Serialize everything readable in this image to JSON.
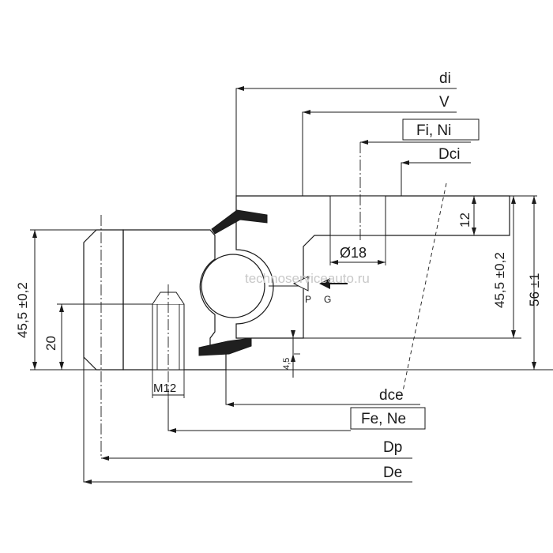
{
  "labels": {
    "di": "di",
    "v": "V",
    "fi_ni": "Fi, Ni",
    "dci": "Dci",
    "dim_12": "12",
    "dim_45_5_right": "45,5 ±0,2",
    "dim_56": "56 ±1",
    "hole_dia": "Ø18",
    "p": "P",
    "g": "G",
    "dim_45_5_left": "45,5 ±0,2",
    "dim_20": "20",
    "dim_4_5": "4,5",
    "thread": "M12",
    "dce": "dce",
    "fe_ne": "Fe, Ne",
    "dp": "Dp",
    "de": "De"
  },
  "watermark": "technoserviceauto.ru",
  "colors": {
    "line": "#1a1a1a",
    "hatch_fill": "#b5b5b5",
    "seal": "#1f1f1f"
  }
}
